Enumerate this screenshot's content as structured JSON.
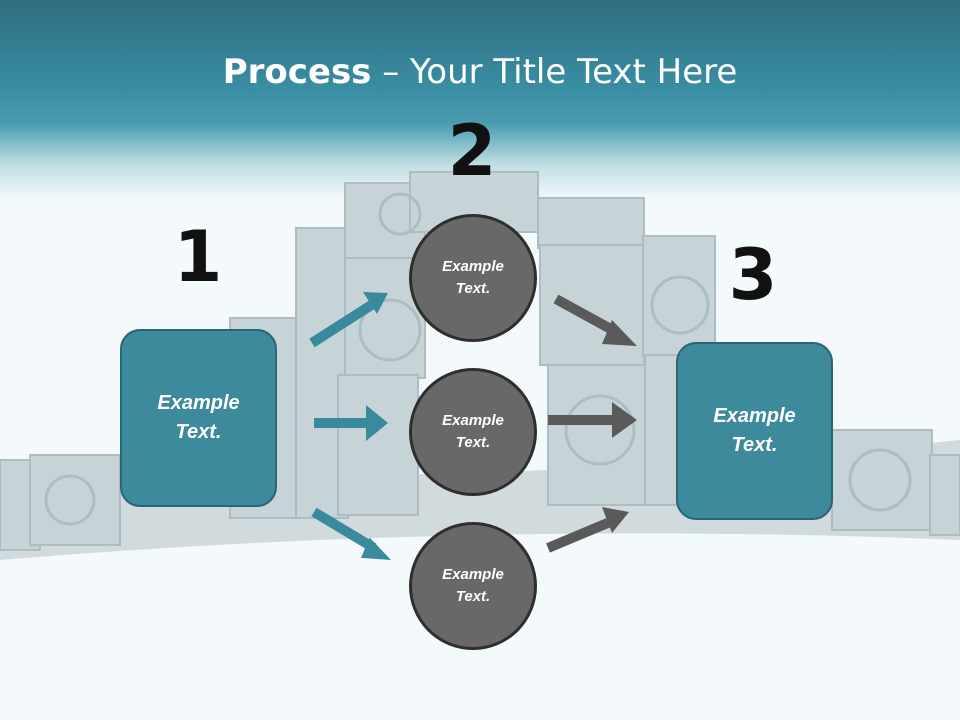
{
  "title": {
    "bold": "Process",
    "rest": " – Your Title Text Here"
  },
  "steps": [
    {
      "number": "1"
    },
    {
      "number": "2"
    },
    {
      "number": "3"
    }
  ],
  "start_box": {
    "label": "Example\nText."
  },
  "end_box": {
    "label": "Example\nText."
  },
  "circles": [
    {
      "label": "Example\nText."
    },
    {
      "label": "Example\nText."
    },
    {
      "label": "Example\nText."
    }
  ],
  "colors": {
    "teal": "#3c8a9c",
    "teal_arrow": "#3a8a9e",
    "circle_fill": "#686868",
    "dark_arrow": "#5a5a5a",
    "band": "#3a8ea3"
  }
}
